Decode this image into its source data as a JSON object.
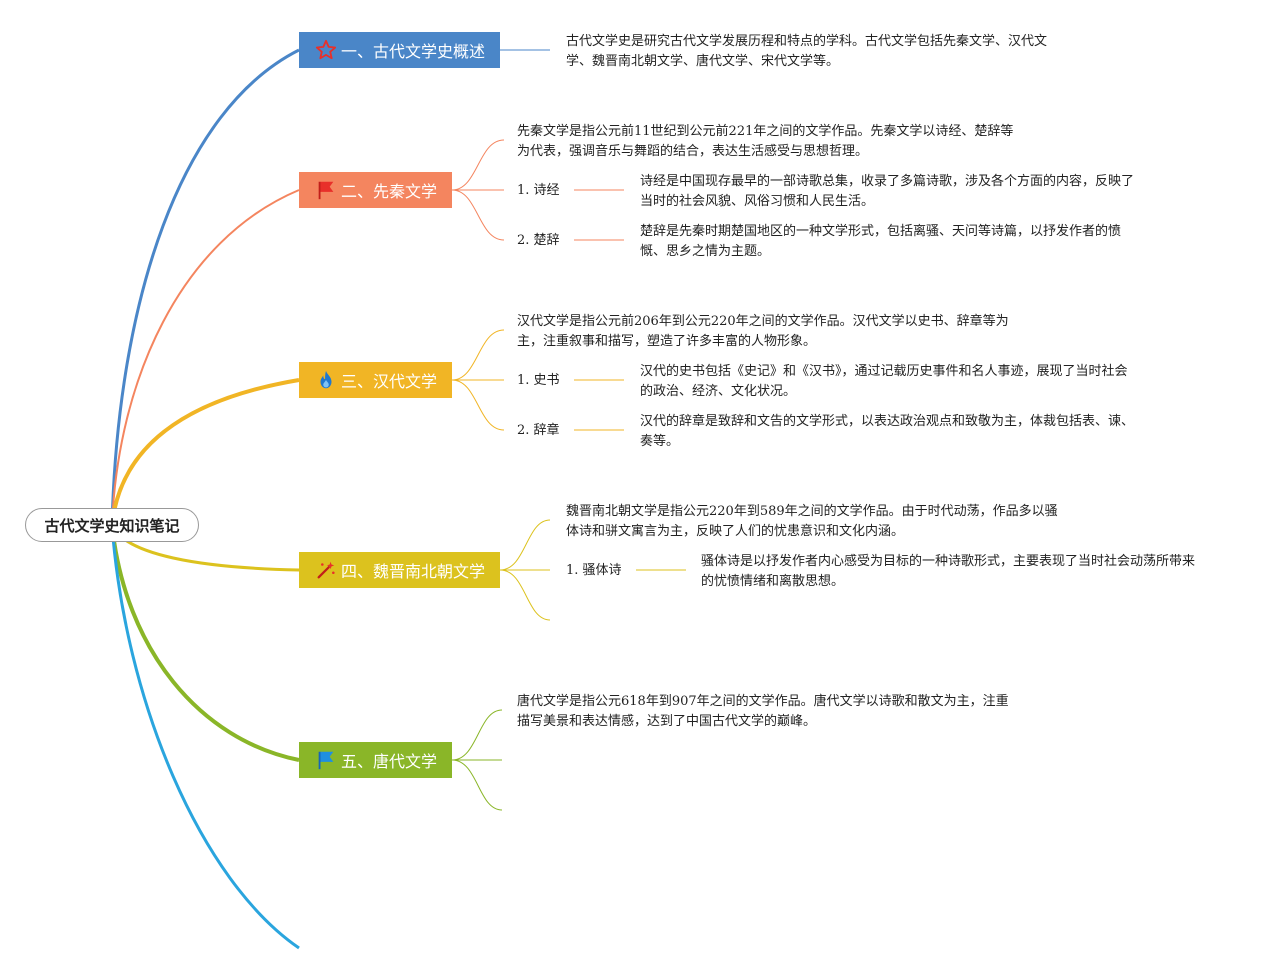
{
  "root": {
    "label": "古代文学史知识笔记"
  },
  "colors": {
    "blue": "#4a86c8",
    "orange": "#f4855f",
    "gold": "#f1b525",
    "yellow": "#dcc21e",
    "green": "#8ab628",
    "cyan": "#2aa5de"
  },
  "branches": [
    {
      "label": "一、古代文学史概述",
      "icon": "star-icon",
      "desc": "古代文学史是研究古代文学发展历程和特点的学科。古代文学包括先秦文学、汉代文学、魏晋南北朝文学、唐代文学、宋代文学等。"
    },
    {
      "label": "二、先秦文学",
      "icon": "flag-icon",
      "desc": "先秦文学是指公元前11世纪到公元前221年之间的文学作品。先秦文学以诗经、楚辞等为代表，强调音乐与舞蹈的结合，表达生活感受与思想哲理。",
      "children": [
        {
          "label": "1. 诗经",
          "desc": "诗经是中国现存最早的一部诗歌总集，收录了多篇诗歌，涉及各个方面的内容，反映了当时的社会风貌、风俗习惯和人民生活。"
        },
        {
          "label": "2. 楚辞",
          "desc": "楚辞是先秦时期楚国地区的一种文学形式，包括离骚、天问等诗篇，以抒发作者的愤慨、思乡之情为主题。"
        }
      ]
    },
    {
      "label": "三、汉代文学",
      "icon": "fire-icon",
      "desc": "汉代文学是指公元前206年到公元220年之间的文学作品。汉代文学以史书、辞章等为主，注重叙事和描写，塑造了许多丰富的人物形象。",
      "children": [
        {
          "label": "1. 史书",
          "desc": "汉代的史书包括《史记》和《汉书》，通过记载历史事件和名人事迹，展现了当时社会的政治、经济、文化状况。"
        },
        {
          "label": "2. 辞章",
          "desc": "汉代的辞章是致辞和文告的文学形式，以表达政治观点和致敬为主，体裁包括表、谏、奏等。"
        }
      ]
    },
    {
      "label": "四、魏晋南北朝文学",
      "icon": "magic-wand-icon",
      "desc": "魏晋南北朝文学是指公元220年到589年之间的文学作品。由于时代动荡，作品多以骚体诗和骈文寓言为主，反映了人们的忧患意识和文化内涵。",
      "children": [
        {
          "label": "1. 骚体诗",
          "desc": "骚体诗是以抒发作者内心感受为目标的一种诗歌形式，主要表现了当时社会动荡所带来的忧愤情绪和离散思想。"
        }
      ]
    },
    {
      "label": "五、唐代文学",
      "icon": "blue-flag-icon",
      "desc": "唐代文学是指公元618年到907年之间的文学作品。唐代文学以诗歌和散文为主，注重描写美景和表达情感，达到了中国古代文学的巅峰。"
    }
  ]
}
